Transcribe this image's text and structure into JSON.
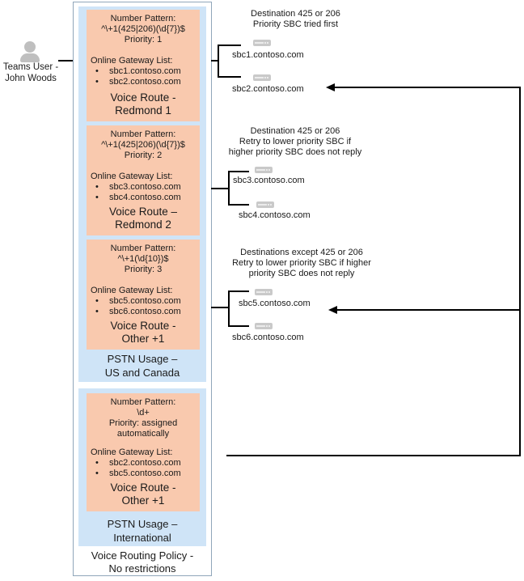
{
  "user": {
    "label": "Teams User -\nJohn Woods"
  },
  "policy": {
    "title": "Voice Routing Policy -\nNo restrictions",
    "usages": [
      {
        "label": "PSTN Usage –\nUS and Canada",
        "routes": [
          {
            "pattern_label": "Number Pattern:",
            "pattern": "^\\+1(425|206)(\\d{7})$",
            "priority": "Priority: 1",
            "gateways_label": "Online Gateway List:",
            "gateways": [
              "sbc1.contoso.com",
              "sbc2.contoso.com"
            ],
            "title": "Voice Route -\nRedmond 1"
          },
          {
            "pattern_label": "Number Pattern:",
            "pattern": "^\\+1(425|206)(\\d{7})$",
            "priority": "Priority: 2",
            "gateways_label": "Online Gateway List:",
            "gateways": [
              "sbc3.contoso.com",
              "sbc4.contoso.com"
            ],
            "title": "Voice Route –\nRedmond 2"
          },
          {
            "pattern_label": "Number Pattern:",
            "pattern": "^\\+1(\\d{10})$",
            "priority": "Priority: 3",
            "gateways_label": "Online Gateway List:",
            "gateways": [
              "sbc5.contoso.com",
              "sbc6.contoso.com"
            ],
            "title": "Voice Route -\nOther +1"
          }
        ]
      },
      {
        "label": "PSTN Usage –\nInternational",
        "routes": [
          {
            "pattern_label": "Number Pattern:",
            "pattern": "\\d+",
            "priority": "Priority: assigned automatically",
            "gateways_label": "Online Gateway List:",
            "gateways": [
              "sbc2.contoso.com",
              "sbc5.contoso.com"
            ],
            "title": "Voice Route -\nOther +1"
          }
        ]
      }
    ]
  },
  "annotations": [
    "Destination 425 or 206\nPriority SBC tried first",
    "Destination 425 or 206\nRetry to lower priority SBC if\nhigher priority SBC does not reply",
    "Destinations except 425 or 206\nRetry to lower priority SBC if higher\npriority SBC does not reply"
  ],
  "sbcs": [
    "sbc1.contoso.com",
    "sbc2.contoso.com",
    "sbc3.contoso.com",
    "sbc4.contoso.com",
    "sbc5.contoso.com",
    "sbc6.contoso.com"
  ],
  "colors": {
    "route_fill": "#f9c9ae",
    "usage_fill": "#cfe4f7",
    "policy_border": "#90a6ba",
    "icon_gray": "#c9c9c9",
    "line": "#000000"
  }
}
